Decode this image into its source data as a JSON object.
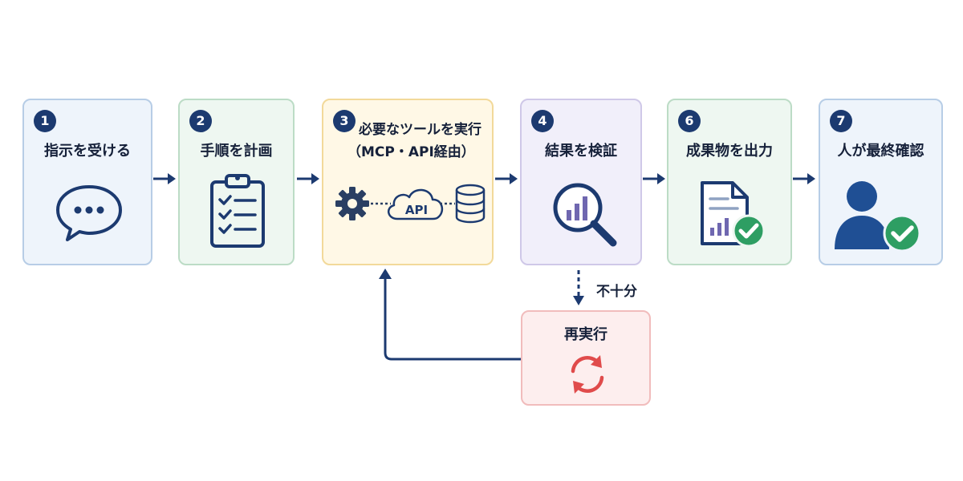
{
  "colors": {
    "navy": "#1c3a70",
    "text": "#16213a",
    "blue_card_bg": "#eef4fb",
    "blue_card_border": "#b7cde6",
    "green_card_bg": "#eef7f1",
    "green_card_border": "#bcdcc6",
    "yellow_card_bg": "#fff8e6",
    "yellow_card_border": "#f2d99a",
    "purple_card_bg": "#f1effa",
    "purple_card_border": "#cfc8e8",
    "red_card_bg": "#fdeeee",
    "red_card_border": "#f1bcbc",
    "check_green": "#2e9e63",
    "retry_red": "#e04b4b"
  },
  "steps": [
    {
      "number": "1",
      "title": "指示を受ける",
      "icon": "chat-bubble-icon"
    },
    {
      "number": "2",
      "title": "手順を計画",
      "icon": "clipboard-checklist-icon"
    },
    {
      "number": "3",
      "title_line1": "必要なツールを実行",
      "title_line2": "（MCP・API経由）",
      "icon": "gear-api-database-icon",
      "api_label": "API"
    },
    {
      "number": "4",
      "title": "結果を検証",
      "icon": "magnifier-chart-icon"
    },
    {
      "number": "6",
      "title": "成果物を出力",
      "icon": "document-check-icon"
    },
    {
      "number": "7",
      "title": "人が最終確認",
      "icon": "person-check-icon"
    }
  ],
  "retry": {
    "title": "再実行",
    "condition_label": "不十分",
    "icon": "refresh-icon"
  }
}
